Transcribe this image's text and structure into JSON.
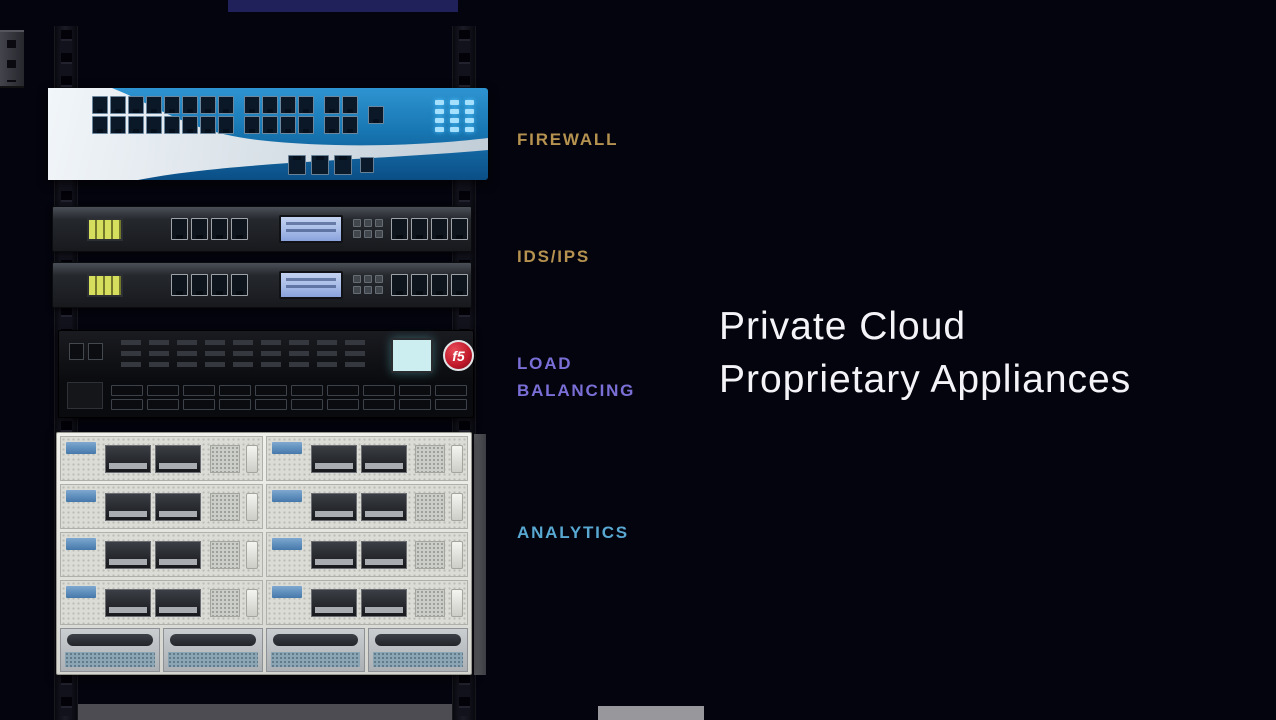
{
  "slide": {
    "title_line1": "Private Cloud",
    "title_line2": "Proprietary Appliances"
  },
  "rack_labels": {
    "firewall": "FIREWALL",
    "ids_ips": "IDS/IPS",
    "load_balancing_line1": "LOAD",
    "load_balancing_line2": "BALANCING",
    "analytics": "ANALYTICS"
  },
  "appliances": {
    "load_balancer_logo": "f5"
  },
  "rack": {
    "blade_rows": 4,
    "blades_per_row": 2,
    "psu_count": 4
  },
  "colors": {
    "background": "#04040e",
    "label_gold": "#b5924f",
    "label_purple": "#7a6fd6",
    "label_cyan": "#58a8d2",
    "title_white": "#f4f4f8",
    "firewall_blue": "#1878b4",
    "f5_red": "#c0182a",
    "lcd_blue": "#a7bce8",
    "screen_cyan": "#cdeef0"
  }
}
